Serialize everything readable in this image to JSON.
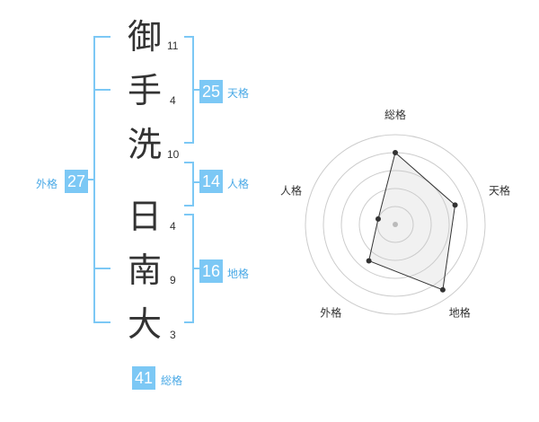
{
  "name": {
    "characters": [
      {
        "kanji": "御",
        "strokes": "11"
      },
      {
        "kanji": "手",
        "strokes": "4"
      },
      {
        "kanji": "洗",
        "strokes": "10"
      },
      {
        "kanji": "日",
        "strokes": "4"
      },
      {
        "kanji": "南",
        "strokes": "9"
      },
      {
        "kanji": "大",
        "strokes": "3"
      }
    ]
  },
  "fortune": {
    "tenkaku": {
      "value": "25",
      "label": "天格"
    },
    "jinkaku": {
      "value": "14",
      "label": "人格"
    },
    "chikaku": {
      "value": "16",
      "label": "地格"
    },
    "gaikaku": {
      "value": "27",
      "label": "外格"
    },
    "soukaku": {
      "value": "41",
      "label": "総格"
    }
  },
  "colors": {
    "accent": "#7cc8f5",
    "accent_text": "#4aa9e6",
    "bracket": "#7cc8f5"
  },
  "chart_data": {
    "type": "radar",
    "axes": [
      "総格",
      "天格",
      "地格",
      "外格",
      "人格"
    ],
    "values": [
      4,
      3.5,
      4.5,
      2.5,
      1
    ],
    "max": 5
  }
}
